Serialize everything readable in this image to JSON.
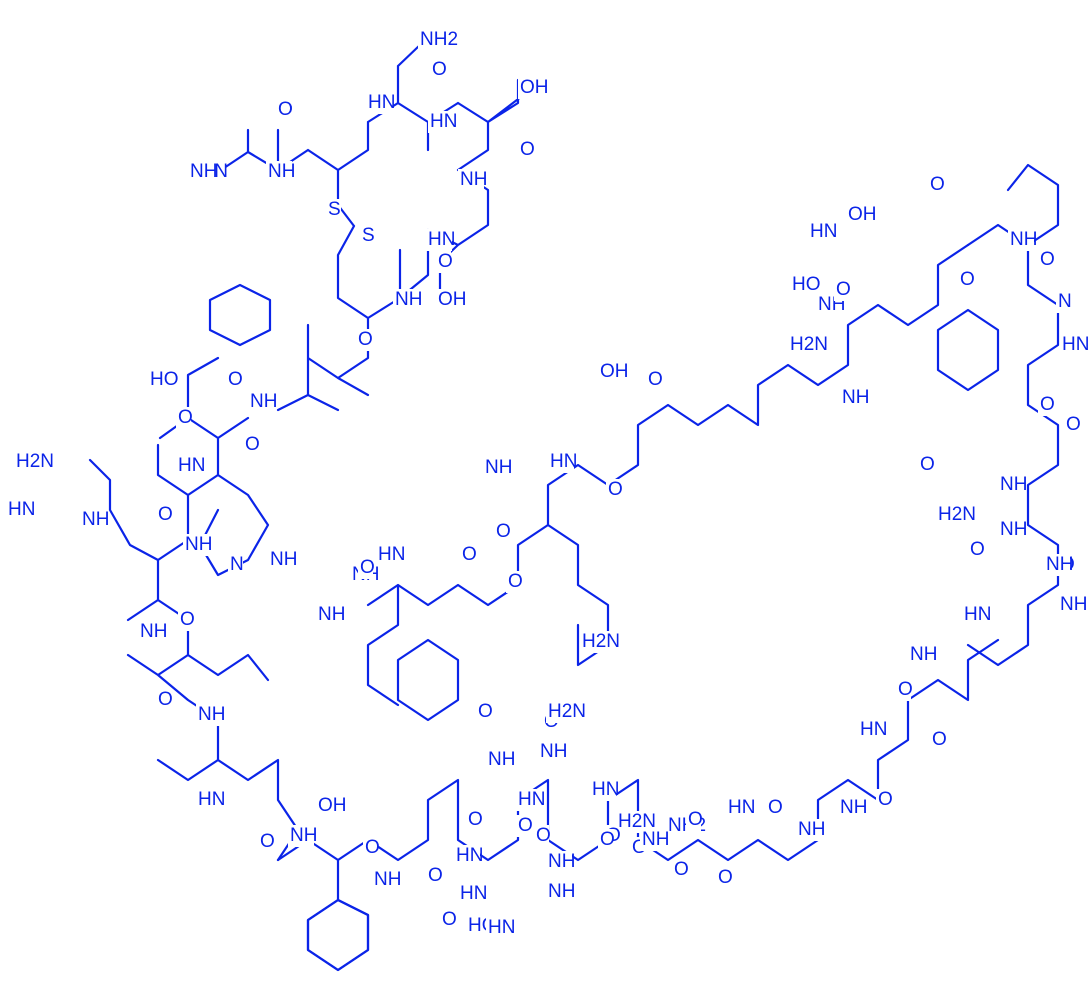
{
  "structure_color": "#0b24e8",
  "background": "#ffffff",
  "atom_labels": [
    "H2N",
    "O",
    "NH",
    "O",
    "NH2",
    "O",
    "HN",
    "OH",
    "O",
    "NH",
    "S",
    "S",
    "HN",
    "O",
    "NH",
    "O",
    "OH",
    "HO",
    "O",
    "NH",
    "HN",
    "O",
    "NH",
    "O",
    "NH",
    "N",
    "H2N",
    "HN",
    "NH",
    "O",
    "NH",
    "O",
    "NH",
    "O",
    "HN",
    "OH",
    "O",
    "NH",
    "O",
    "NH",
    "O",
    "HN",
    "HO",
    "O",
    "NH",
    "HN",
    "O",
    "NH",
    "O",
    "NH2",
    "OH",
    "O",
    "HN",
    "O",
    "NH",
    "O",
    "O",
    "NH",
    "HN",
    "O",
    "NH",
    "O",
    "H2N",
    "NH",
    "H2N",
    "HN",
    "NH",
    "O",
    "OH",
    "HO",
    "O",
    "NH",
    "O",
    "O",
    "N",
    "HN",
    "O",
    "NH",
    "O",
    "O",
    "NH",
    "O",
    "NH",
    "H2N",
    "O",
    "NH",
    "HN",
    "O",
    "NH",
    "O",
    "HN",
    "O",
    "NH",
    "O",
    "HN",
    "O",
    "NH",
    "O",
    "H2N",
    "O",
    "NH",
    "O",
    "H2N",
    "NH",
    "HN",
    "O",
    "O",
    "NH",
    "HN",
    "O",
    "HN",
    "O",
    "O",
    "NH",
    "O",
    "N",
    "HN"
  ]
}
